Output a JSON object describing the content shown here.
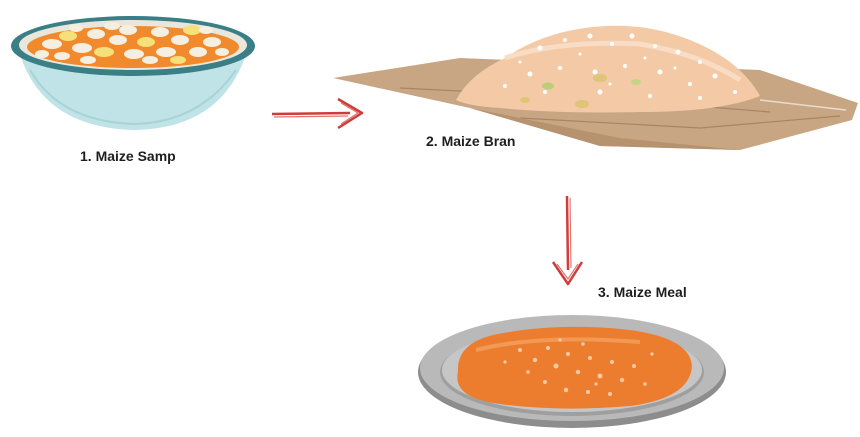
{
  "steps": [
    {
      "number": "1.",
      "label": "1. Maize Samp"
    },
    {
      "number": "2.",
      "label": "2. Maize Bran"
    },
    {
      "number": "3.",
      "label": "3. Maize Meal"
    }
  ],
  "colors": {
    "bowl_rim": "#3b7f86",
    "bowl_body": "#bfe3e6",
    "samp_liquid": "#f08a2c",
    "bran_paper": "#c8a684",
    "bran_pile": "#f4c9a6",
    "meal_plate": "#b9b9b9",
    "meal_porridge": "#ec7d2f",
    "arrow": "#d13b3b"
  },
  "icons": {
    "arrow_1_to_2": "right-arrow-icon",
    "arrow_2_to_3": "down-arrow-icon"
  }
}
